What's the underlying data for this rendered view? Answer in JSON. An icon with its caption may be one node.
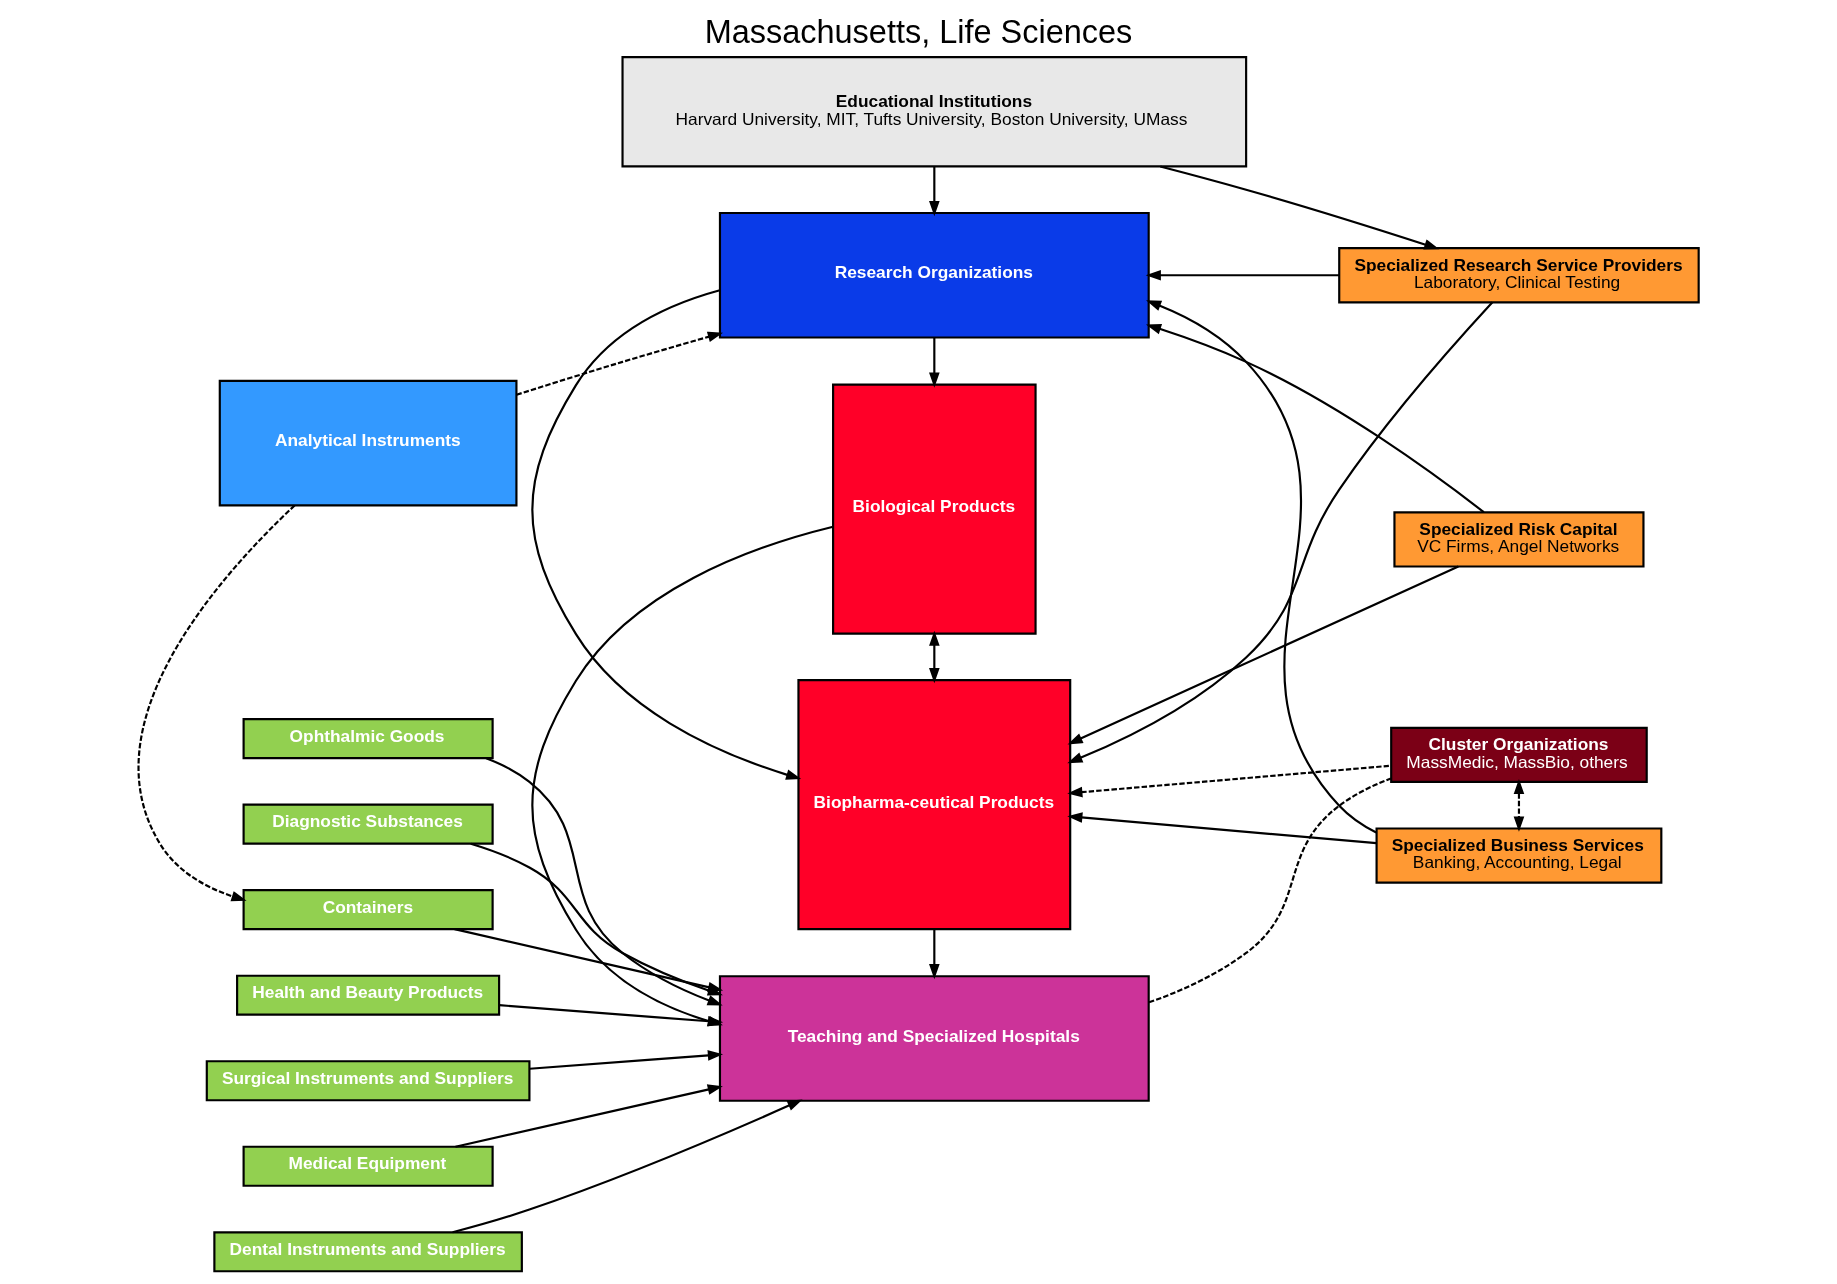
{
  "diagram": {
    "title": "Massachusetts, Life Sciences",
    "nodes": [
      {
        "text": [
          "Health and Beauty Products"
        ]
      },
      {
        "text": [
          "Surgical Instruments and Suppliers"
        ]
      },
      {
        "text": [
          "Medical Equipment"
        ]
      },
      {
        "text": [
          "Dental Instruments and Suppliers"
        ]
      },
      {
        "text": [
          "Ophthalmic Goods"
        ]
      },
      {
        "text": [
          "Diagnostic Substances"
        ]
      },
      {
        "text": [
          "Containers"
        ]
      },
      {
        "text": [
          "Teaching and Specialized Hospitals"
        ]
      },
      {
        "text": [
          "Cluster Organizations",
          "MassMedic, MassBio, others"
        ]
      },
      {
        "text": [
          "Biological Products"
        ]
      },
      {
        "text": [
          "Biopharma-ceutical Products"
        ]
      },
      {
        "text": [
          "Specialized Business Services",
          "Banking, Accounting, Legal"
        ]
      },
      {
        "text": [
          "Specialized Risk Capital",
          "VC Firms, Angel Networks"
        ]
      },
      {
        "text": [
          "Specialized Research Service Providers",
          "Laboratory, Clinical Testing"
        ]
      },
      {
        "text": [
          "Research Organizations"
        ]
      },
      {
        "text": [
          "Analytical Instruments"
        ]
      },
      {
        "text": [
          "Educational Institutions",
          "Harvard University, MIT, Tufts University, Boston University, UMass"
        ]
      }
    ],
    "edges": [
      {
        "from": 0,
        "to": 7,
        "arrow": "to"
      },
      {
        "from": 1,
        "to": 7,
        "arrow": "to"
      },
      {
        "from": 2,
        "to": 7,
        "arrow": "to"
      },
      {
        "from": 3,
        "to": 7,
        "arrow": "to"
      },
      {
        "from": 4,
        "to": 7,
        "arrow": "to"
      },
      {
        "from": 5,
        "to": 7,
        "arrow": "to"
      },
      {
        "from": 6,
        "to": 7,
        "arrow": "to"
      },
      {
        "from": 9,
        "to": 7,
        "arrow": "to"
      },
      {
        "from": 10,
        "to": 7,
        "arrow": "to"
      },
      {
        "from": 9,
        "to": 10,
        "arrow": "both"
      },
      {
        "from": 8,
        "to": 7,
        "arrow": "none",
        "style": "dashed"
      },
      {
        "from": 8,
        "to": 10,
        "arrow": "to",
        "style": "dashed"
      },
      {
        "from": 8,
        "to": 11,
        "arrow": "both",
        "style": "dashed"
      },
      {
        "from": 11,
        "to": 10,
        "arrow": "to"
      },
      {
        "from": 12,
        "to": 10,
        "arrow": "to"
      },
      {
        "from": 13,
        "to": 10,
        "arrow": "to"
      },
      {
        "from": 11,
        "to": 14,
        "arrow": "to"
      },
      {
        "from": 12,
        "to": 14,
        "arrow": "to"
      },
      {
        "from": 13,
        "to": 14,
        "arrow": "to"
      },
      {
        "from": 14,
        "to": 9,
        "arrow": "to"
      },
      {
        "from": 14,
        "to": 10,
        "arrow": "to"
      },
      {
        "from": 16,
        "to": 14,
        "arrow": "to"
      },
      {
        "from": 16,
        "to": 13,
        "arrow": "to"
      },
      {
        "from": 15,
        "to": 6,
        "arrow": "to",
        "style": "dashed"
      },
      {
        "from": 15,
        "to": 14,
        "arrow": "to",
        "style": "dashed"
      }
    ]
  }
}
